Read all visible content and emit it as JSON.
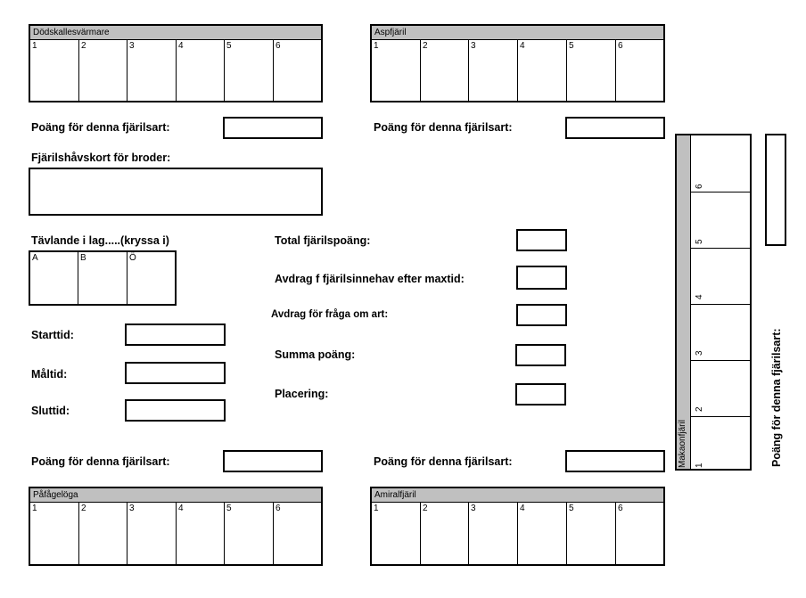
{
  "grids": {
    "dodskalle": {
      "title": "Dödskallesvärmare",
      "cells": [
        "1",
        "2",
        "3",
        "4",
        "5",
        "6"
      ]
    },
    "asp": {
      "title": "Aspfjäril",
      "cells": [
        "1",
        "2",
        "3",
        "4",
        "5",
        "6"
      ]
    },
    "pafagel": {
      "title": "Påfågelöga",
      "cells": [
        "1",
        "2",
        "3",
        "4",
        "5",
        "6"
      ]
    },
    "amiral": {
      "title": "Amiralfjäril",
      "cells": [
        "1",
        "2",
        "3",
        "4",
        "5",
        "6"
      ]
    },
    "makaon": {
      "title": "Makaonfjäril",
      "cells": [
        "1",
        "2",
        "3",
        "4",
        "5",
        "6"
      ]
    }
  },
  "labels": {
    "points_for_species": "Poäng för denna fjärilsart:",
    "net_card": "Fjärilshåvskort för broder:",
    "team": "Tävlande i lag.....(kryssa i)",
    "team_options": [
      "A",
      "B",
      "Ö"
    ],
    "start_time": "Starttid:",
    "goal_time": "Måltid:",
    "end_time": "Sluttid:",
    "total": "Total fjärilspoäng:",
    "deduction_maxtime": "Avdrag f fjärilsinnehav efter maxtid:",
    "deduction_question": "Avdrag för fråga om art:",
    "sum": "Summa poäng:",
    "placement": "Placering:"
  }
}
